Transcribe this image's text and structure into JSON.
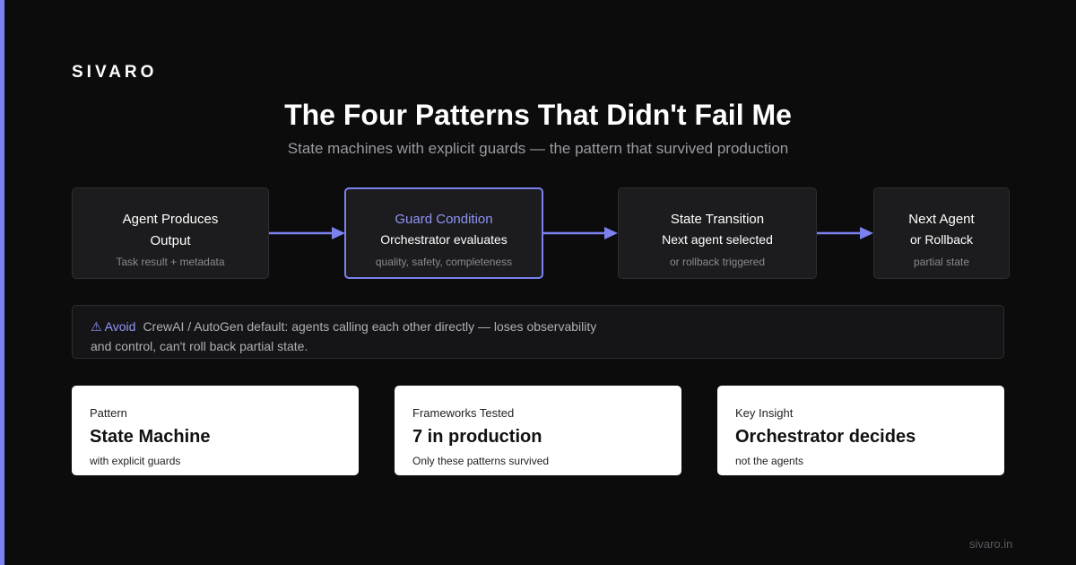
{
  "brand": "SIVARO",
  "header": {
    "title": "The Four Patterns That Didn't Fail Me",
    "subtitle": "State machines with explicit guards — the pattern that survived production"
  },
  "flow": {
    "steps": [
      {
        "label_line1": "Agent Produces",
        "label_line2": "Output",
        "detail": "",
        "note": "Task result + metadata",
        "highlight": false
      },
      {
        "label_line1": "Guard Condition",
        "label_line2": "",
        "detail": "Orchestrator evaluates",
        "note": "quality, safety, completeness",
        "highlight": true
      },
      {
        "label_line1": "State Transition",
        "label_line2": "",
        "detail": "Next agent selected",
        "note": "or rollback triggered",
        "highlight": false
      },
      {
        "label_line1": "Next Agent",
        "label_line2": "",
        "detail": "or Rollback",
        "note": "partial state",
        "highlight": false
      }
    ],
    "arrow_color": "#7b82f0"
  },
  "avoid": {
    "tag": "⚠ Avoid",
    "text_line1": "CrewAI / AutoGen default: agents calling each other directly — loses observability",
    "text_line2": "and control, can't roll back partial state."
  },
  "cards": [
    {
      "label": "Pattern",
      "value": "State Machine",
      "caption": "with explicit guards"
    },
    {
      "label": "Frameworks Tested",
      "value": "7 in production",
      "caption": "Only these patterns survived"
    },
    {
      "label": "Key Insight",
      "value": "Orchestrator decides",
      "caption": "not the agents"
    }
  ],
  "footer": {
    "url": "sivaro.in"
  },
  "colors": {
    "accent": "#7b82f0",
    "background": "#0c0c0d",
    "card": "#ffffff"
  }
}
